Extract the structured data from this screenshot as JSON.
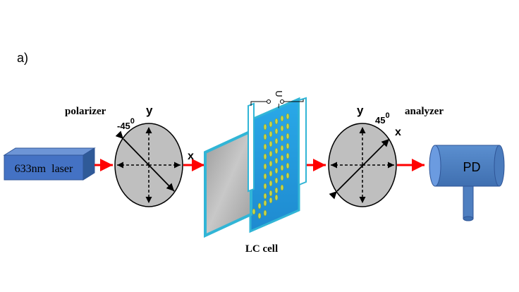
{
  "panel_label": "a)",
  "laser": {
    "label": "633nm  laser",
    "color": "#4472c4"
  },
  "polarizer": {
    "label": "polarizer",
    "axis_y": "y",
    "axis_x": "x",
    "angle": "-45",
    "angle_sup": "0",
    "fill": "#bfbfbf"
  },
  "lc_cell": {
    "label": "LC cell",
    "voltage_symbol": "U",
    "tilde": "~",
    "glass_edge": "#31b5d6"
  },
  "analyzer": {
    "label": "analyzer",
    "axis_y": "y",
    "axis_x": "x",
    "angle": "45",
    "angle_sup": "0",
    "fill": "#bfbfbf"
  },
  "detector": {
    "label": "PD",
    "color": "#4f7fc0"
  },
  "beam_color": "#ff0000"
}
